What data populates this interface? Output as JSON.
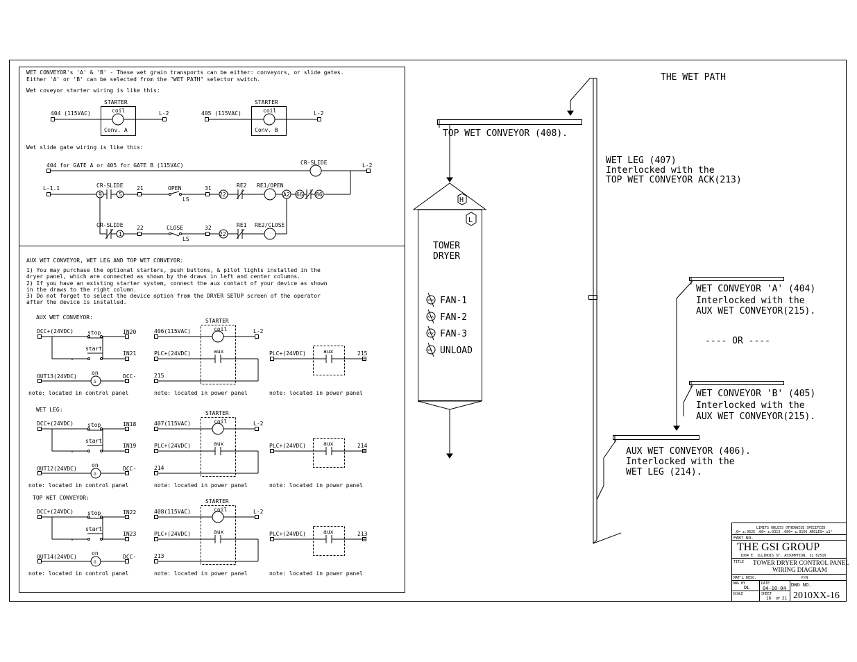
{
  "left_top": {
    "intro_1": "WET CONVEYOR's 'A' & 'B' - These wet grain transports can be either: conveyors, or slide gates.",
    "intro_2": "Either 'A' or 'B' can be selected from the \"WET PATH\" selector switch.",
    "starter_intro": "Wet coveyor starter wiring is like this:",
    "starter_label": "STARTER",
    "coil_label": "coil",
    "circuit_a": {
      "left": "404 (115VAC)",
      "right": "L-2",
      "box": "Conv. A"
    },
    "circuit_b": {
      "left": "405 (115VAC)",
      "right": "L-2",
      "box": "Conv. B"
    },
    "slide_intro": "Wet slide gate wiring is like this:",
    "slide_feed": "404 for GATE A or 405 for GATE B (115VAC)",
    "cr_slide": "CR-SLIDE",
    "l2": "L-2",
    "l11": "L-1.1",
    "row1": {
      "cr": "CR-SLIDE",
      "n21": "21",
      "open": "OPEN",
      "ls": "LS",
      "n31": "31",
      "re": "RE2",
      "coil": "RE1/OPEN",
      "t9": "9",
      "t5": "5",
      "t22": "22",
      "a2": "A2",
      "t66": "66",
      "t86": "86"
    },
    "row2": {
      "cr": "CR-SLIDE",
      "n22": "22",
      "close": "CLOSE",
      "ls": "LS",
      "n32": "32",
      "re": "RE1",
      "coil": "RE2/CLOSE",
      "t1": "1",
      "t22": "22"
    }
  },
  "left_bottom": {
    "heading": "AUX WET CONVEYOR, WET LEG AND TOP WET CONVEYOR:",
    "note1a": "1) You may purchase the optional starters, push buttons, & pilot lights installed in the",
    "note1b": "   dryer panel, which are connected as shown by the draws in left and center columns.",
    "note2a": "2) If you have an existing starter system, connect the aux contact of your device as shown",
    "note2b": "   in the draws to the right column.",
    "note3a": "3) Do not forget to select the device option from the DRYER SETUP screen of the operator",
    "note3b": "   after the device is installed.",
    "sections": [
      {
        "title": "AUX WET CONVEYOR:",
        "dcc": "DCC+(24VDC)",
        "stop": "stop",
        "start": "start",
        "in_a": "IN20",
        "in_b": "IN21",
        "out": "OUT13(24VDC)",
        "on": "on",
        "dccm": "DCC-",
        "starter": "STARTER",
        "coil": "coil",
        "feed": "406(115VAC)",
        "l2": "L-2",
        "plc": "PLC+(24VDC)",
        "aux": "aux",
        "ret": "215",
        "plc_r": "PLC+(24VDC)",
        "aux_r": "aux",
        "ret_r": "215",
        "note_l": "note: located in control panel",
        "note_c": "note: located in power panel",
        "note_r": "note: located in power panel"
      },
      {
        "title": "WET LEG:",
        "dcc": "DCC+(24VDC)",
        "stop": "stop",
        "start": "start",
        "in_a": "IN18",
        "in_b": "IN19",
        "out": "OUT12(24VDC)",
        "on": "on",
        "dccm": "DCC-",
        "starter": "STARTER",
        "coil": "coil",
        "feed": "407(115VAC)",
        "l2": "L-2",
        "plc": "PLC+(24VDC)",
        "aux": "aux",
        "ret": "214",
        "plc_r": "PLC+(24VDC)",
        "aux_r": "aux",
        "ret_r": "214",
        "note_l": "note: located in control panel",
        "note_c": "note: located in power panel",
        "note_r": "note: located in power panel"
      },
      {
        "title": "TOP WET CONVEYOR:",
        "dcc": "DCC+(24VDC)",
        "stop": "stop",
        "start": "start",
        "in_a": "IN22",
        "in_b": "IN23",
        "out": "OUT14(24VDC)",
        "on": "on",
        "dccm": "DCC-",
        "starter": "STARTER",
        "coil": "coil",
        "feed": "408(115VAC)",
        "l2": "L-2",
        "plc": "PLC+(24VDC)",
        "aux": "aux",
        "ret": "213",
        "plc_r": "PLC+(24VDC)",
        "aux_r": "aux",
        "ret_r": "213",
        "note_l": "note: located in control panel",
        "note_c": "note: located in power panel",
        "note_r": "note: located in power panel"
      }
    ]
  },
  "right": {
    "title": "THE WET PATH",
    "top_wet_conveyor": "TOP WET CONVEYOR (408).",
    "wet_leg_1": "WET LEG (407)",
    "wet_leg_2": "Interlocked with the",
    "wet_leg_3": "TOP WET CONVEYOR ACK(213)",
    "tower_1": "TOWER",
    "tower_2": "DRYER",
    "h": "H",
    "l": "L",
    "fans": [
      "FAN-1",
      "FAN-2",
      "FAN-3",
      "UNLOAD"
    ],
    "motor_glyph": "xxx",
    "motor_glyph_small": "xx",
    "conv_a_1": "WET CONVEYOR 'A' (404)",
    "conv_a_2": "Interlocked with the",
    "conv_a_3": "AUX WET CONVEYOR(215).",
    "or": "---- OR ----",
    "conv_b_1": "WET CONVEYOR 'B' (405)",
    "conv_b_2": "Interlocked with the",
    "conv_b_3": "AUX WET CONVEYOR(215).",
    "aux_1": "AUX WET CONVEYOR (406).",
    "aux_2": "Interlocked with the",
    "aux_3": "WET LEG (214)."
  },
  "title_block": {
    "tolerance_1": "LIMITS UNLESS OTHERWISE SPECIFIED",
    "tolerance_2": ".0= ±.0625  .00= ±.0313  .000= ±.0156  ANGLES= ±1°",
    "part_no": "PART NO.",
    "company": "THE GSI GROUP",
    "address": "1004 E. ILLINOIS ST. ASSUMPTION, IL 62510",
    "title_label": "TITLE",
    "title_1": "TOWER DRYER CONTROL PANEL",
    "title_2": "WIRING DIAGRAM",
    "mats": "MAT'L DESC.",
    "pn": "P/N",
    "dwg_by_label": "DWG BY",
    "dwg_by": "DL",
    "date_label": "DATE",
    "date": "04-10-04",
    "dwg_no_label": "DWG NO.",
    "dwg_no": "2010XX-16",
    "scale_label": "SCALE",
    "sheet_label": "SHEET",
    "sheet": "16",
    "of": "OF",
    "sheets": "21"
  }
}
